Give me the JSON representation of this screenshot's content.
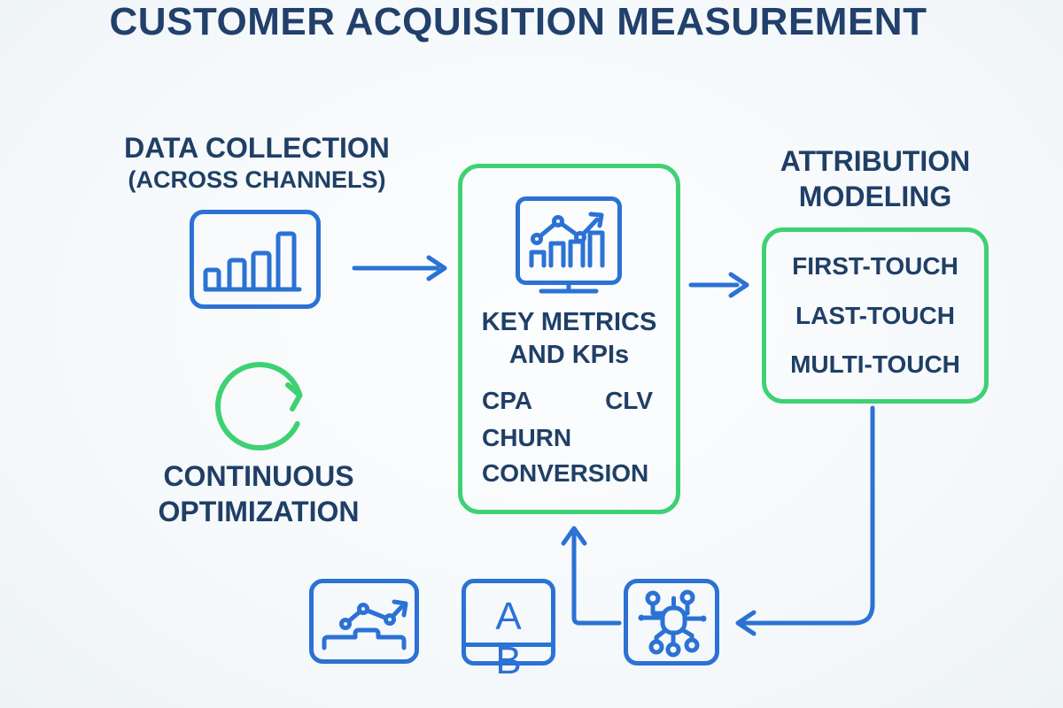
{
  "title": "CUSTOMER ACQUISITION MEASUREMENT",
  "data_collection": {
    "title": "DATA COLLECTION",
    "subtitle": "(ACROSS CHANNELS)",
    "icon": "bar-chart-icon"
  },
  "key_metrics": {
    "title_line1": "KEY METRICS",
    "title_line2": "AND KPIs",
    "icon": "analytics-monitor-icon",
    "metrics": [
      "CPA",
      "CLV",
      "CHURN",
      "CONVERSION"
    ]
  },
  "attribution": {
    "title_line1": "ATTRIBUTION",
    "title_line2": "MODELING",
    "models": [
      "FIRST-TOUCH",
      "LAST-TOUCH",
      "MULTI-TOUCH"
    ]
  },
  "optimization": {
    "title_line1": "CONTINUOUS",
    "title_line2": "OPTIMIZATION",
    "icon": "refresh-cycle-icon"
  },
  "testing_tools": {
    "trend_icon": "trend-chart-icon",
    "ab_label": "A B",
    "ab_icon": "ab-test-icon",
    "network_icon": "attribution-network-icon"
  },
  "colors": {
    "navy": "#1f3f66",
    "blue": "#2b72d4",
    "green": "#3ed173",
    "background": "#f7fafb"
  }
}
